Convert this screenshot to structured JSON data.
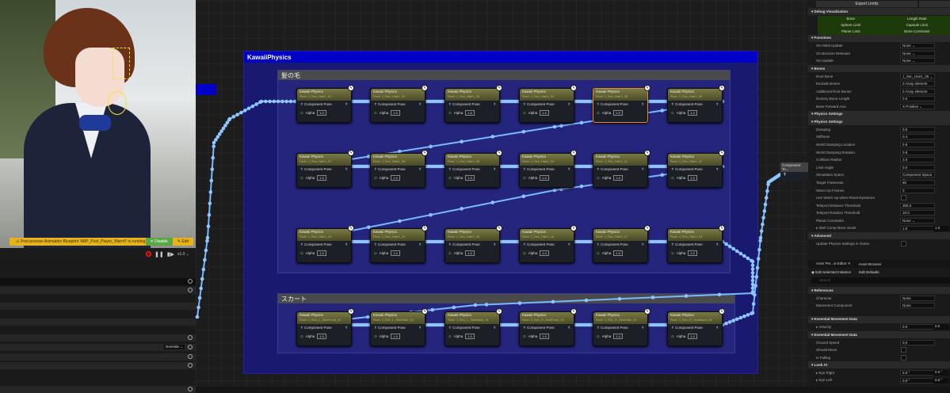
{
  "viewport": {
    "warning": "⚠ Post process Animation Blueprint 'ABP_Post_Player_WarnV' is running",
    "disable": "✕ Disable",
    "edit": "✎ Edit",
    "speed": "x1.0 ⌄",
    "override": "Override ⌄"
  },
  "graph": {
    "comment_title": "KawaiiPhysics",
    "hair_title": "髪の毛",
    "skirt_title": "スカート",
    "node_title": "Kawaii Physics",
    "pin_pose": "Component Pose",
    "pin_alpha": "Alpha",
    "alpha_value": "1.0",
    "output_node": "Component To...",
    "rows": [
      [
        "Root: J_Sec_Hair1_01",
        "Root: J_Sec_Hair1_02",
        "Root: J_Sec_Hair1_03",
        "Root: J_Sec_Hair1_04",
        "Root: J_Sec_Hair1_05",
        "Root: J_Sec_Hair1_06"
      ],
      [
        "Root: J_Sec_Hair1_07",
        "Root: J_Sec_Hair1_08",
        "Root: J_Sec_Hair1_09",
        "Root: J_Sec_Hair1_10",
        "Root: J_Sec_Hair1_11",
        "Root: J_Sec_Hair1_12"
      ],
      [
        "Root: J_Sec_Hair1_13",
        "Root: J_Sec_Hair1_14",
        "Root: J_Sec_Hair1_15",
        "Root: J_Sec_Hair1_16",
        "Root: J_Sec_Hair1_17",
        "Root: J_Sec_Hair1_18"
      ],
      [
        "Root: J_Sec_L_SkirtFront_01",
        "Root: J_Sec_L_SkirtSide_01",
        "Root: J_Sec_L_SkirtBack_01",
        "Root: J_Sec_R_SkirtFront_01",
        "Root: J_Sec_R_SkirtSide_01",
        "Root: J_Sec_R_SkirtBack_01"
      ]
    ],
    "wire_color": "#7ab8ff"
  },
  "details": {
    "export": "Export Limits",
    "debug": [
      "Bone",
      "Length Rate",
      "Sphere Limit",
      "Capsule Limit",
      "Planer Limit",
      "Bone Constraint"
    ],
    "rows": [
      {
        "t": "sec",
        "l": "▾ Debug Visualization"
      },
      {
        "t": "gap"
      },
      {
        "t": "gap"
      },
      {
        "t": "gap"
      },
      {
        "t": "sec",
        "l": "▾ Functions"
      },
      {
        "t": "row",
        "l": "On Initial Update",
        "v": "None ⌄"
      },
      {
        "t": "row",
        "l": "On Become Relevant",
        "v": "None ⌄"
      },
      {
        "t": "row",
        "l": "On Update",
        "v": "None ⌄"
      },
      {
        "t": "sec",
        "l": "▾ Bones"
      },
      {
        "t": "row",
        "l": "Root Bone",
        "v": "J_Sec_Hair1_05 ⌄"
      },
      {
        "t": "row",
        "l": "Exclude Bones",
        "v": "0 Array element"
      },
      {
        "t": "row",
        "l": "Additional Root Bones",
        "v": "0 Array element"
      },
      {
        "t": "row",
        "l": "Dummy Bone Length",
        "v": "0.0"
      },
      {
        "t": "row",
        "l": "Bone Forward Axis",
        "v": "X Positive ⌄"
      },
      {
        "t": "sec",
        "l": "▾ Physics Settings"
      },
      {
        "t": "sec",
        "l": "  ▾ Physics Settings"
      },
      {
        "t": "row",
        "l": "   Damping",
        "v": "0.5"
      },
      {
        "t": "row",
        "l": "   Stiffness",
        "v": "0.4"
      },
      {
        "t": "row",
        "l": "   World Damping Location",
        "v": "0.8"
      },
      {
        "t": "row",
        "l": "   World Damping Rotation",
        "v": "0.8"
      },
      {
        "t": "row",
        "l": "   Collision Radius",
        "v": "3.0"
      },
      {
        "t": "row",
        "l": "   Limit Angle",
        "v": "0.0"
      },
      {
        "t": "row",
        "l": "Simulation Space",
        "v": "Component Space ⌄"
      },
      {
        "t": "row",
        "l": "  Target Framerate",
        "v": "60"
      },
      {
        "t": "row",
        "l": "  Warm Up Frames",
        "v": "0"
      },
      {
        "t": "chk",
        "l": "  Use Warm Up when Reset Dynamics"
      },
      {
        "t": "row",
        "l": "Teleport Distance Threshold",
        "v": "300.0"
      },
      {
        "t": "row",
        "l": "Teleport Rotation Threshold",
        "v": "10.0"
      },
      {
        "t": "row",
        "l": "Planar Constraint",
        "v": "None ⌄"
      },
      {
        "t": "row2",
        "l": "▸ Skel Comp Move Scale",
        "v": "1.0",
        "v2": "1.0"
      },
      {
        "t": "sec",
        "l": "▾ Advanced"
      },
      {
        "t": "chk",
        "l": "Update Physics Settings in Game"
      }
    ],
    "tabs": [
      "Anim Pre...w Editor ✕",
      "Asset Browser"
    ],
    "radio": [
      "◉ Edit Selected Instance",
      "Edit Defaults"
    ],
    "search": "Search",
    "rows2": [
      {
        "t": "sec",
        "l": "▾ References"
      },
      {
        "t": "row",
        "l": "Character",
        "v": "None"
      },
      {
        "t": "row",
        "l": "Movement Component",
        "v": "None"
      },
      {
        "t": "gap"
      },
      {
        "t": "sec",
        "l": "▾ Essential Movement Data"
      },
      {
        "t": "row2",
        "l": "▸ Velocity",
        "v": "0.0",
        "v2": "0.0"
      },
      {
        "t": "sec",
        "l": "▾ Essential Movement Data"
      },
      {
        "t": "row",
        "l": "Ground Speed",
        "v": "0.0"
      },
      {
        "t": "chk",
        "l": "Should Move"
      },
      {
        "t": "chk",
        "l": "Is Falling"
      },
      {
        "t": "sec",
        "l": "▾ Look At"
      },
      {
        "t": "row2",
        "l": "▸ Eye Right",
        "v": "0.0 °",
        "v2": "0.0 °"
      },
      {
        "t": "row2",
        "l": "▸ Eye Left",
        "v": "0.0 °",
        "v2": "0.0 °"
      }
    ]
  }
}
